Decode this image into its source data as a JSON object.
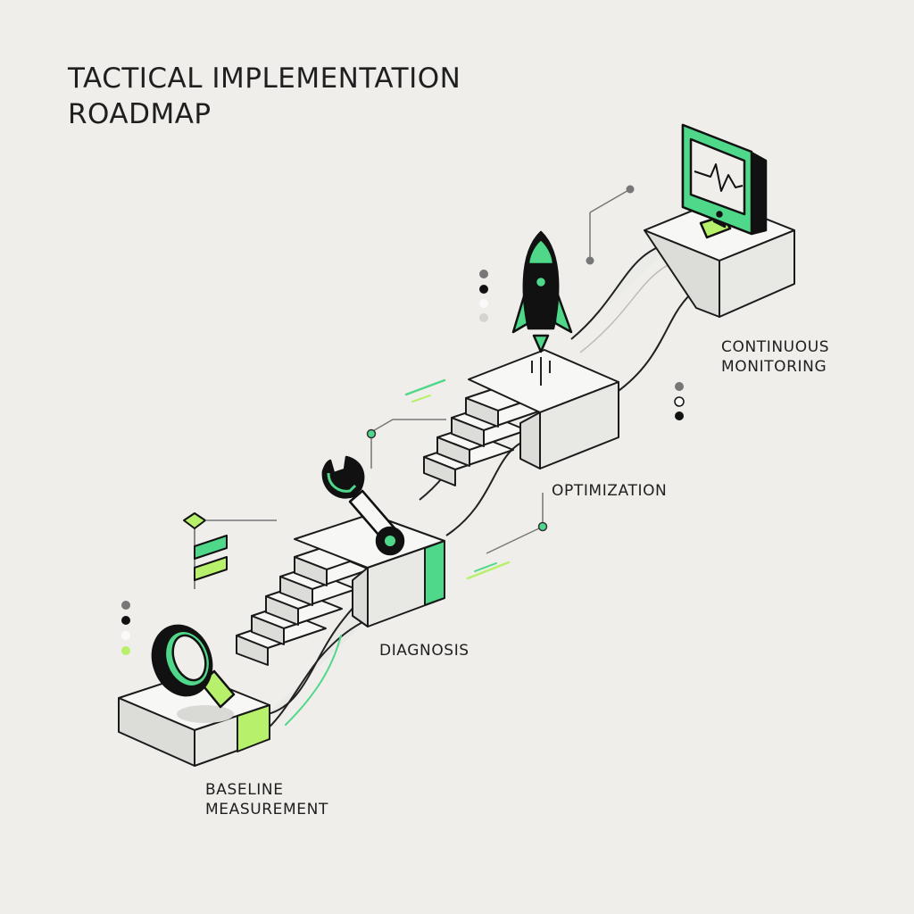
{
  "title": {
    "line1": "TACTICAL IMPLEMENTATION",
    "line2": "ROADMAP"
  },
  "stages": [
    {
      "line1": "BASELINE",
      "line2": "MEASUREMENT",
      "icon": "magnifying-glass-icon"
    },
    {
      "line1": "DIAGNOSIS",
      "line2": "",
      "icon": "wrench-icon"
    },
    {
      "line1": "OPTIMIZATION",
      "line2": "",
      "icon": "rocket-icon"
    },
    {
      "line1": "CONTINUOUS",
      "line2": "MONITORING",
      "icon": "monitor-icon"
    }
  ],
  "colors": {
    "background": "#efeeea",
    "accent_green": "#4fd88a",
    "accent_lime": "#b7f06a",
    "ink": "#111111",
    "block_top": "#f7f7f5",
    "block_left": "#dcdcd8",
    "block_right": "#e8e8e4"
  }
}
